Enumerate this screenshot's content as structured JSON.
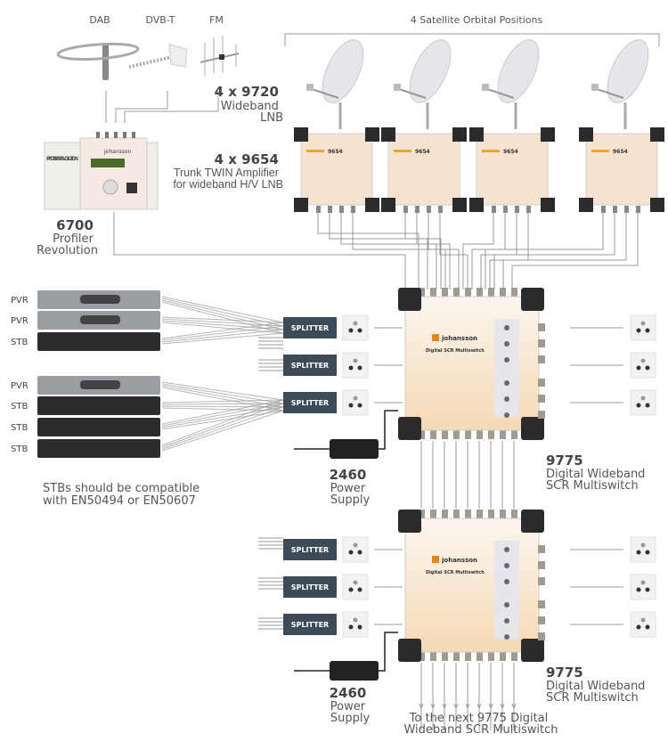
{
  "antennas": {
    "dab": "DAB",
    "dvbt": "DVB-T",
    "fm": "FM"
  },
  "satellite_title": "4 Satellite Orbital Positions",
  "lnb": {
    "model": "4 x 9720",
    "line1": "Wideband",
    "line2": "LNB"
  },
  "amplifier": {
    "model": "4 x 9654",
    "line1": "Trunk TWIN Amplifier",
    "line2": "for wideband H/V LNB",
    "badge": "9654"
  },
  "profiler": {
    "model": "6700",
    "line1": "Profiler",
    "line2": "Revolution",
    "panel_text": "PROFILER REVOLUTION",
    "brand": "johansson"
  },
  "receivers_group1": [
    "PVR",
    "PVR",
    "STB"
  ],
  "receivers_group2": [
    "PVR",
    "STB",
    "STB",
    "STB"
  ],
  "splitter_label": "SPLITTER",
  "stb_note": {
    "line1": "STBs should be compatible",
    "line2": "with EN50494 or EN50607"
  },
  "multiswitch": {
    "model": "9775",
    "line1": "Digital Wideband",
    "line2": "SCR Multiswitch",
    "brand": "johansson",
    "panel_text": "Digital SCR Multiswitch"
  },
  "power_supply": {
    "model": "2460",
    "line1": "Power",
    "line2": "Supply"
  },
  "next_note": {
    "line1": "To the next 9775 Digital",
    "line2": "Wideband SCR Multiswitch"
  },
  "colors": {
    "splitter": "#3d4a57",
    "device_panel": "#f6e3cf",
    "wire": "#999999",
    "clip": "#2b2b2b"
  }
}
